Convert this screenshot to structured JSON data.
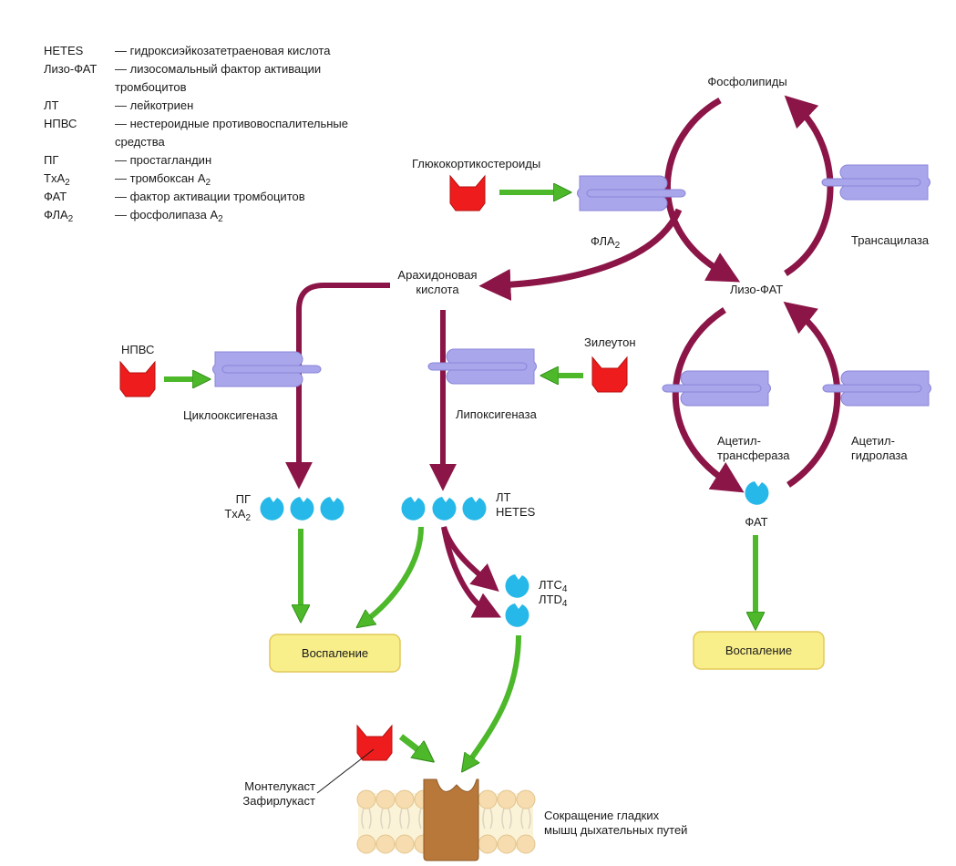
{
  "legend": [
    {
      "abbr": "HETES",
      "abbr_sub": "",
      "definition": "— гидроксиэйкозатетраеновая кислота",
      "def_sub": ""
    },
    {
      "abbr": "Лизо-ФАТ",
      "abbr_sub": "",
      "definition": "— лизосомальный фактор активации тромбоцитов",
      "def_sub": ""
    },
    {
      "abbr": "ЛТ",
      "abbr_sub": "",
      "definition": "— лейкотриен",
      "def_sub": ""
    },
    {
      "abbr": "НПВС",
      "abbr_sub": "",
      "definition": "— нестероидные противовоспалительные средства",
      "def_sub": ""
    },
    {
      "abbr": "ПГ",
      "abbr_sub": "",
      "definition": "— простагландин",
      "def_sub": ""
    },
    {
      "abbr": "TxA",
      "abbr_sub": "2",
      "definition": "— тромбоксан A",
      "def_sub": "2"
    },
    {
      "abbr": "ФАТ",
      "abbr_sub": "",
      "definition": "— фактор активации тромбоцитов",
      "def_sub": ""
    },
    {
      "abbr": "ФЛА",
      "abbr_sub": "2",
      "definition": "— фосфолипаза A",
      "def_sub": "2"
    }
  ],
  "nodes": {
    "phospholipids": "Фосфолипиды",
    "glucocorticoids": "Глюкокортикостероиды",
    "pla2": "ФЛА",
    "pla2_sub": "2",
    "transacylase": "Трансацилаза",
    "arachidonic_1": "Арахидоновая",
    "arachidonic_2": "кислота",
    "lyso_paf": "Лизо-ФАТ",
    "nsaid": "НПВС",
    "cyclooxygenase": "Циклооксигеназа",
    "lipoxygenase": "Липоксигеназа",
    "zileuton": "Зилеутон",
    "acetyltransferase_1": "Ацетил-",
    "acetyltransferase_2": "трансфераза",
    "acetylhydrolase_1": "Ацетил-",
    "acetylhydrolase_2": "гидролаза",
    "pg": "ПГ",
    "txa2": "TxA",
    "txa2_sub": "2",
    "lt": "ЛТ",
    "hetes": "HETES",
    "ltc4": "ЛТC",
    "ltc4_sub": "4",
    "ltd4": "ЛТD",
    "ltd4_sub": "4",
    "paf": "ФАТ",
    "inflammation_left": "Воспаление",
    "inflammation_right": "Воспаление",
    "montelukast": "Монтелукаст",
    "zafirlukast": "Зафирлукаст",
    "contraction_1": "Сокращение гладких",
    "contraction_2": "мышц дыхательных путей"
  },
  "colors": {
    "pathway_arrow": "#8b1547",
    "activation_arrow": "#4cb82a",
    "enzyme": "#a9a6ec",
    "enzyme_edge": "#8a86d8",
    "inhibitor": "#ee1c1c",
    "mediator": "#25b8e8",
    "inflammation_box": "#f8ee8a",
    "receptor": "#b8783a",
    "membrane": "#f6e4bd"
  }
}
